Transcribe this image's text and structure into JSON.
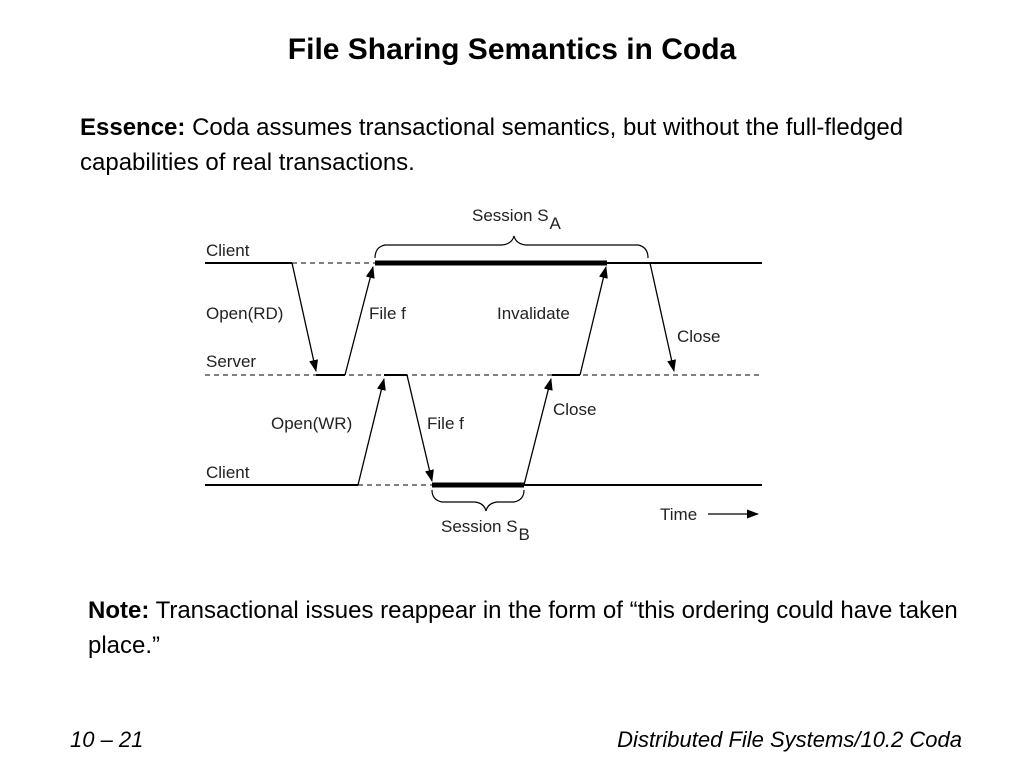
{
  "slide": {
    "title": "File Sharing Semantics in Coda",
    "essence_label": "Essence:",
    "essence_text": "Coda assumes transactional semantics, but without the full-fledged capabilities of real transactions.",
    "note_label": "Note:",
    "note_text": "Transactional issues reappear in the form of “this ordering could have taken place.”",
    "footer_left": "10 – 21",
    "footer_right": "Distributed File Systems/10.2 Coda"
  },
  "diagram": {
    "client_top_label": "Client",
    "server_label": "Server",
    "client_bottom_label": "Client",
    "session_a": {
      "label": "Session S",
      "sub": "A"
    },
    "session_b": {
      "label": "Session S",
      "sub": "B"
    },
    "open_rd": "Open(RD)",
    "file_f_top": "File f",
    "invalidate": "Invalidate",
    "close_top": "Close",
    "open_wr": "Open(WR)",
    "file_f_bottom": "File f",
    "close_bottom": "Close",
    "time": "Time"
  }
}
